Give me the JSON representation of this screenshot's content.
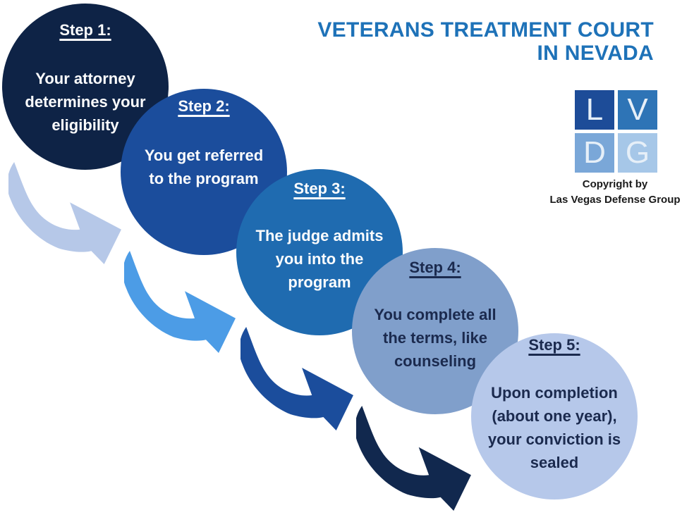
{
  "title": {
    "line1": "VETERANS TREATMENT COURT",
    "line2": "IN NEVADA",
    "color": "#1E72B8"
  },
  "logo": {
    "squares": [
      {
        "letter": "L",
        "color": "#1D4C98"
      },
      {
        "letter": "V",
        "color": "#2E74B6"
      },
      {
        "letter": "D",
        "color": "#7AA7D8"
      },
      {
        "letter": "G",
        "color": "#A6C7E8"
      }
    ],
    "copyright": {
      "line1": "Copyright by",
      "line2": "Las Vegas Defense Group"
    }
  },
  "steps": [
    {
      "label": "Step 1:",
      "text": "Your attorney\ndetermines your\neligibility",
      "circle_color": "#0E2346",
      "text_color": "#FBFCFD"
    },
    {
      "label": "Step 2:",
      "text": "You get referred\nto the program",
      "circle_color": "#1B4D9C",
      "text_color": "#FBFCFD"
    },
    {
      "label": "Step 3:",
      "text": "The judge admits\nyou into the\nprogram",
      "circle_color": "#1F6BB0",
      "text_color": "#FBFCFD"
    },
    {
      "label": "Step 4:",
      "text": "You complete all\nthe terms, like\ncounseling",
      "circle_color": "#809FCB",
      "text_color": "#1B2A4E"
    },
    {
      "label": "Step 5:",
      "text": "Upon completion\n(about one year),\nyour conviction is\nsealed",
      "circle_color": "#B6C8EA",
      "text_color": "#1B2A4E"
    }
  ],
  "arrows": [
    {
      "name": "arrow-step1-to-step2",
      "color": "#B6C8E8"
    },
    {
      "name": "arrow-step2-to-step3",
      "color": "#4C9CE6"
    },
    {
      "name": "arrow-step3-to-step4",
      "color": "#1B4D9C"
    },
    {
      "name": "arrow-step4-to-step5",
      "color": "#11284E"
    }
  ]
}
